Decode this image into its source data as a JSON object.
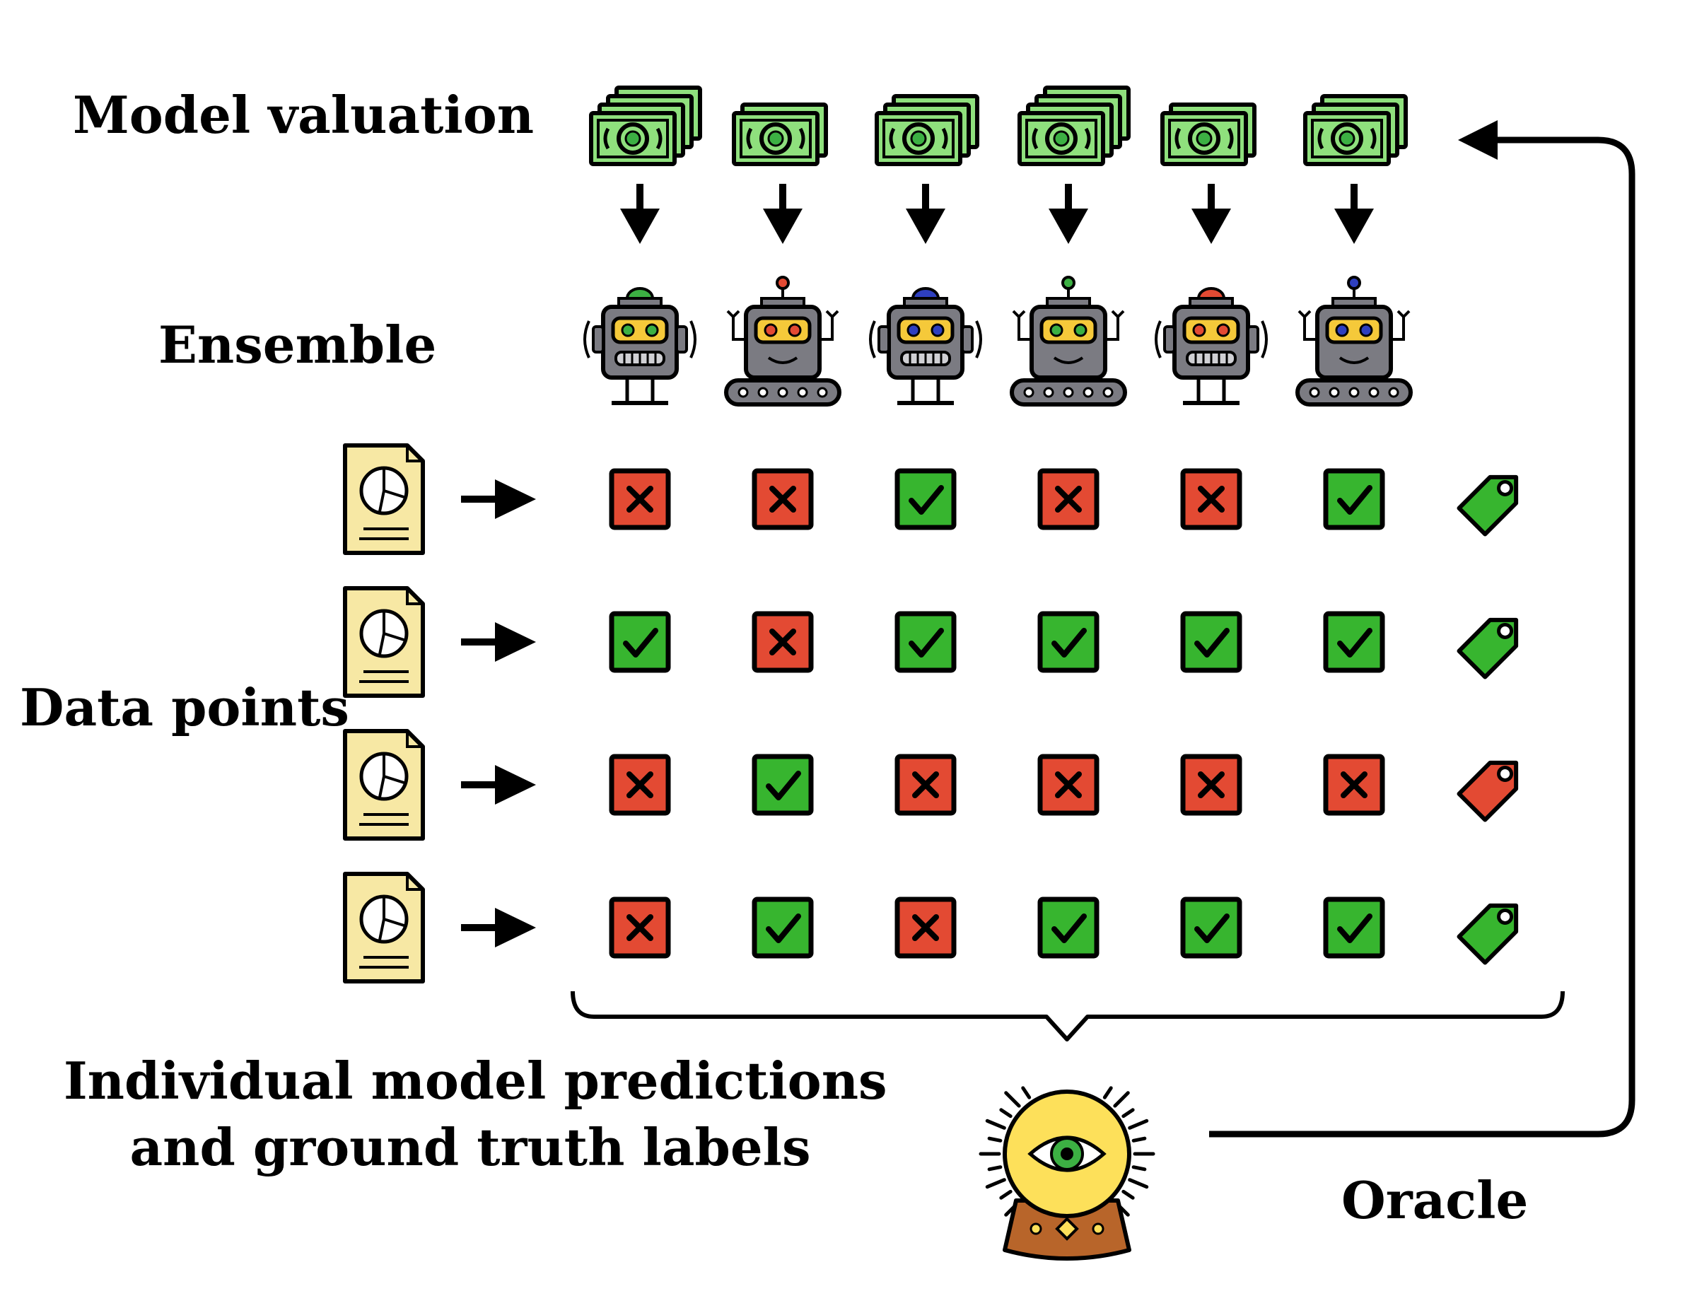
{
  "labels": {
    "model_valuation": "Model valuation",
    "ensemble": "Ensemble",
    "data_points": "Data points",
    "predictions_line1": "Individual model predictions",
    "predictions_line2": "and ground truth labels",
    "oracle": "Oracle"
  },
  "money_stacks": [
    4,
    2,
    3,
    4,
    2,
    3
  ],
  "robots": [
    {
      "style": "walker",
      "antenna": "#3cb043"
    },
    {
      "style": "tracked",
      "antenna": "#e34a33"
    },
    {
      "style": "walker",
      "antenna": "#2e3fbf"
    },
    {
      "style": "tracked",
      "antenna": "#3cb043"
    },
    {
      "style": "walker",
      "antenna": "#e34a33"
    },
    {
      "style": "tracked",
      "antenna": "#2e3fbf"
    }
  ],
  "predictions": [
    [
      false,
      false,
      true,
      false,
      false,
      true
    ],
    [
      true,
      false,
      true,
      true,
      true,
      true
    ],
    [
      false,
      true,
      false,
      false,
      false,
      false
    ],
    [
      false,
      true,
      false,
      true,
      true,
      true
    ]
  ],
  "ground_truth": [
    true,
    true,
    false,
    true
  ],
  "colors": {
    "correct": "#37b52f",
    "incorrect": "#e34a33",
    "money": "#8fe07d",
    "money_dark": "#3cb043",
    "robot_body": "#7b7b82",
    "robot_visor": "#f5c93a",
    "document": "#f7e8a4",
    "oracle_ball": "#fde05a",
    "oracle_base": "#b8652a",
    "eye": "#3cb043"
  }
}
